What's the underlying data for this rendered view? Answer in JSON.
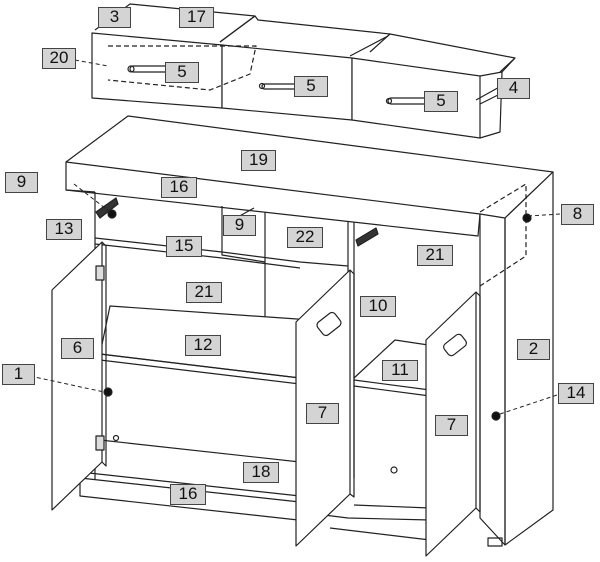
{
  "callouts": {
    "p1": "1",
    "p2": "2",
    "p3": "3",
    "p4": "4",
    "p5a": "5",
    "p5b": "5",
    "p5c": "5",
    "p6": "6",
    "p7a": "7",
    "p7b": "7",
    "p8": "8",
    "p9a": "9",
    "p9b": "9",
    "p10": "10",
    "p11": "11",
    "p12": "12",
    "p13": "13",
    "p14": "14",
    "p15": "15",
    "p16a": "16",
    "p16b": "16",
    "p17": "17",
    "p18": "18",
    "p19": "19",
    "p20": "20",
    "p21a": "21",
    "p21b": "21",
    "p22": "22"
  }
}
